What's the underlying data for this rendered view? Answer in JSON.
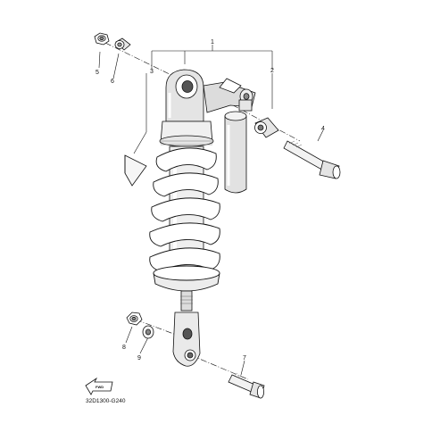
{
  "diagram": {
    "callouts": [
      {
        "id": "c1",
        "number": "1"
      },
      {
        "id": "c2",
        "number": "2"
      },
      {
        "id": "c3",
        "number": "3"
      },
      {
        "id": "c4",
        "number": "4"
      },
      {
        "id": "c5",
        "number": "5"
      },
      {
        "id": "c6",
        "number": "6"
      },
      {
        "id": "c7",
        "number": "7"
      },
      {
        "id": "c8",
        "number": "8"
      },
      {
        "id": "c9",
        "number": "9"
      }
    ],
    "fwd_label": "FWD",
    "drawing_code": "32D1300-G240",
    "colors": {
      "line": "#111111",
      "shade": "#d8d8d8",
      "paper": "#ffffff"
    }
  }
}
